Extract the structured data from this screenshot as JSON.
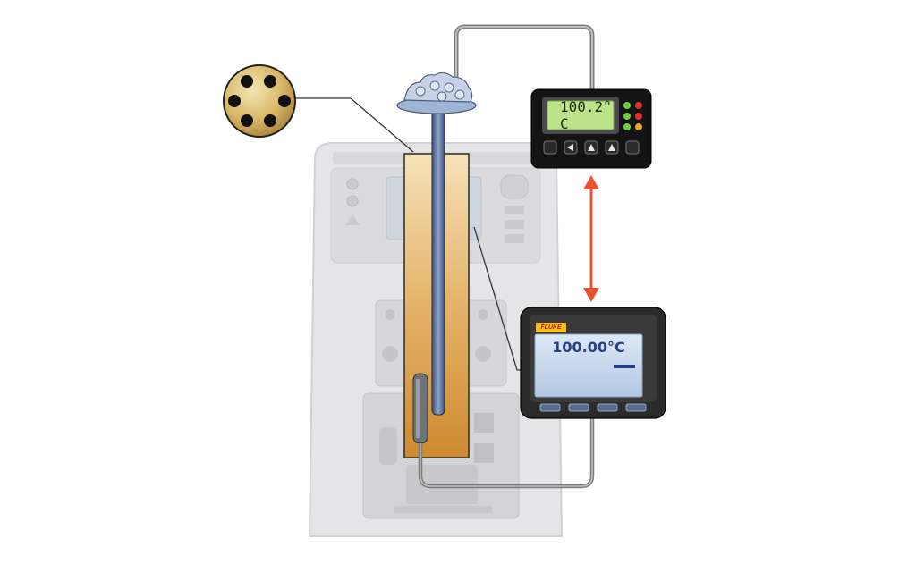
{
  "controller": {
    "display_value": "100.2° C",
    "colors": {
      "case": "#141414",
      "lcd": "#bce38a",
      "led_red": "#e0302a",
      "led_green": "#6fd13a"
    },
    "buttons": [
      "rectangle-button",
      "left-arrow-button",
      "up-arrow-button",
      "up-arrow-button",
      "rectangle-button"
    ]
  },
  "reference_thermometer": {
    "brand": "FLUKE",
    "display_value": "100.00°C",
    "colors": {
      "case": "#2b2b2b",
      "lcd": "#c9dbef",
      "brand_bg": "#f6c31b"
    },
    "soft_keys": 4
  },
  "block": {
    "holes": 6,
    "colors": {
      "metal": "#e0a64e",
      "disc": "#c9a24a"
    }
  },
  "arrow": {
    "color": "#e8532f",
    "meaning": "bidirectional"
  }
}
